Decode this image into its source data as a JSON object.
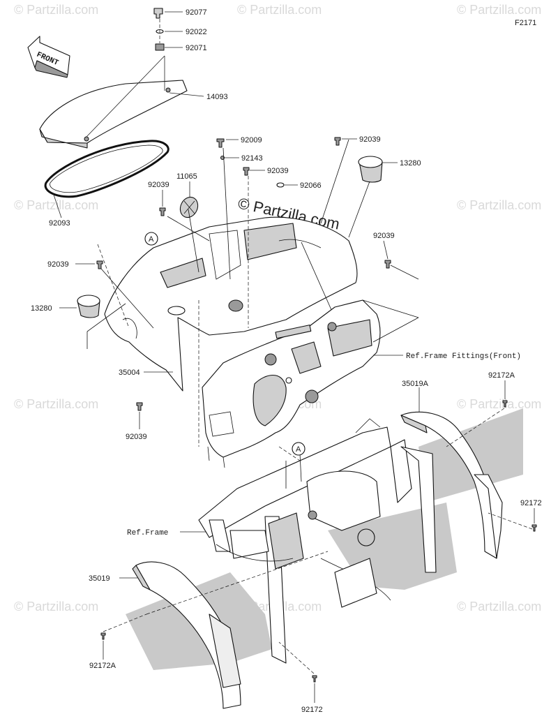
{
  "figure_code": "F2171",
  "front_label": "FRONT",
  "watermark_text": "© Partzilla.com",
  "watermark_center": "© Partzilla.com",
  "callouts": {
    "A1": "A",
    "A2": "A"
  },
  "parts": {
    "p92077": "92077",
    "p92022": "92022",
    "p92071": "92071",
    "p14093": "14093",
    "p92093": "92093",
    "p92009": "92009",
    "p92143": "92143",
    "p92039_top_center": "92039",
    "p92066": "92066",
    "p92039_top_right": "92039",
    "p13280_right": "13280",
    "p11065": "11065",
    "p92039_left_upper": "92039",
    "p92039_left_mid": "92039",
    "p92039_right_mid": "92039",
    "p13280_left": "13280",
    "p35004": "35004",
    "p92039_bottom": "92039",
    "ref_frame_fittings": "Ref.Frame Fittings(Front)",
    "p35019A": "35019A",
    "p92172A_right": "92172A",
    "p92172_right": "92172",
    "ref_frame": "Ref.Frame",
    "p35019": "35019",
    "p92172A_left": "92172A",
    "p92172_bottom": "92172"
  }
}
